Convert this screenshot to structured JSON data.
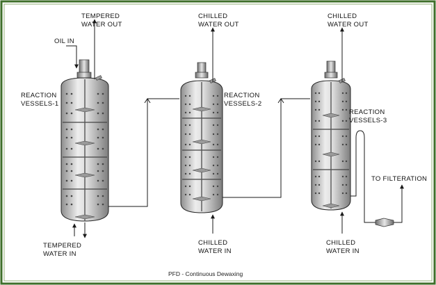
{
  "caption": "PFD - Continuous Dewaxing",
  "labels": {
    "oil_in": "OIL IN",
    "v1_top_1": "TEMPERED",
    "v1_top_2": "WATER OUT",
    "v1_name_1": "REACTION",
    "v1_name_2": "VESSELS-1",
    "v1_bot_1": "TEMPERED",
    "v1_bot_2": "WATER IN",
    "v2_top_1": "CHILLED",
    "v2_top_2": "WATER OUT",
    "v2_name_1": "REACTION",
    "v2_name_2": "VESSELS-2",
    "v2_bot_1": "CHILLED",
    "v2_bot_2": "WATER IN",
    "v3_top_1": "CHILLED",
    "v3_top_2": "WATER OUT",
    "v3_name_1": "REACTION",
    "v3_name_2": "VESSELS-3",
    "v3_bot_1": "CHILLED",
    "v3_bot_2": "WATER IN",
    "to_filtration": "TO FILTERATION"
  },
  "colors": {
    "border": "#3f6f2a",
    "vessel_light": "#f2f2f2",
    "vessel_mid": "#c9c9c9",
    "vessel_dark": "#8a8a8a",
    "line": "#1a1a1a"
  }
}
